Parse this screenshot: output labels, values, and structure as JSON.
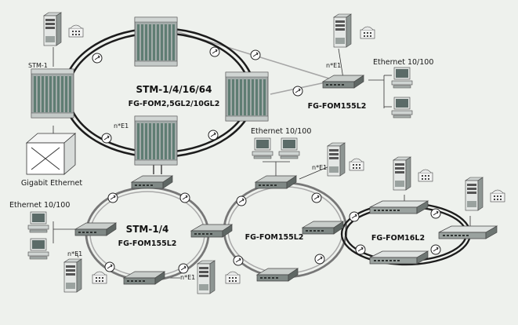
{
  "labels": {
    "stm_core": "STM-1/4/16/64",
    "fom_core": "FG-FOM2,5GL2/10GL2",
    "stm1": "STM-1",
    "ne1_core": "n*E1",
    "ne1_right": "n*E1",
    "ne1_mid": "n*E1",
    "ne1_left": "n*E1",
    "ne1_bottom": "n*E1",
    "eth_top_right": "Ethernet 10/100",
    "eth_mid": "Ethernet 10/100",
    "eth_left": "Ethernet 10/100",
    "gigabit": "Gigabit Ethernet",
    "fom155_top": "FG-FOM155L2",
    "stm14": "STM-1/4",
    "fom155_left": "FG-FOM155L2",
    "fom155_mid": "FG-FOM155L2",
    "fom16": "FG-FOM16L2"
  },
  "colors": {
    "background": "#eef1ed",
    "ring_main": "#1c1c1c",
    "ring_gray": "#7d7d7d",
    "link_gray": "#a6a6a6",
    "rack_body": "#9fa8a6",
    "rack_card": "#5b7a70",
    "mux_top": "#c6cbc8",
    "mux_front": "#7f8885"
  }
}
